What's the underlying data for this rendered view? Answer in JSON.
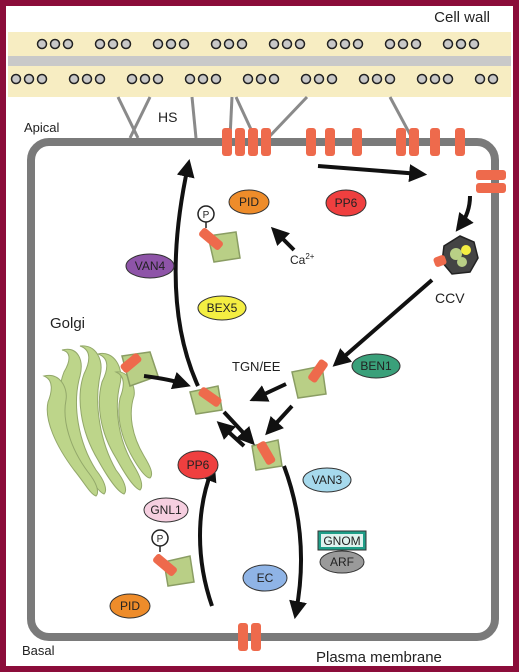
{
  "labels": {
    "cell_wall": "Cell wall",
    "apical": "Apical",
    "basal": "Basal",
    "hs": "HS",
    "plasma_membrane": "Plasma membrane",
    "golgi": "Golgi",
    "tgn_ee": "TGN/EE",
    "ccv": "CCV",
    "ca": "Ca",
    "ca_sup": "2+",
    "phospho_top": "P",
    "phospho_bottom": "P"
  },
  "proteins": {
    "pid_top": "PID",
    "pp6_top": "PP6",
    "van4": "VAN4",
    "bex5": "BEX5",
    "ben1": "BEN1",
    "pp6_mid": "PP6",
    "gnl1": "GNL1",
    "van3": "VAN3",
    "gnom": "GNOM",
    "arf": "ARF",
    "ec": "EC",
    "pid_bottom": "PID"
  },
  "colors": {
    "frame": "#8b0d3a",
    "background": "#ffffff",
    "cell_wall": "#f7edc2",
    "membrane": "#7a7a7a",
    "pin": "#ee6a4c",
    "vesicle": "#b9cf86",
    "golgi": "#bdd58a",
    "pid": "#ee8c2a",
    "pp6": "#ef3f3f",
    "van4": "#8e54a8",
    "bex5": "#f4ee42",
    "ben1": "#3aa07a",
    "gnl1": "#f6cfe0",
    "van3": "#a6d9ec",
    "gnom": "#1f9e88",
    "arf": "#9a9a9a",
    "ec": "#8fb4e6"
  }
}
